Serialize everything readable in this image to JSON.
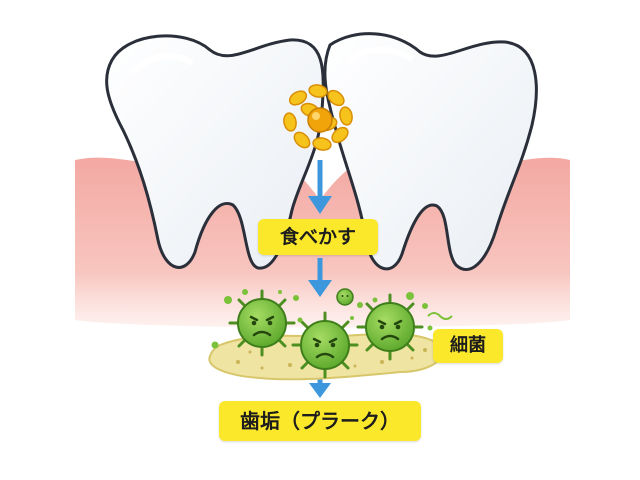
{
  "labels": {
    "food_debris": "食べかす",
    "bacteria": "細菌",
    "plaque": "歯垢（プラーク）"
  },
  "icons": {
    "food": "food-debris-cluster",
    "bacteria": "germ-face",
    "arrows": "down-arrow",
    "teeth": "molar-tooth",
    "gum": "gum"
  },
  "colors": {
    "label_bg": "#fbe82a",
    "arrow": "#3d97dd",
    "gum": "#f6b3ad",
    "tooth": "#ffffff",
    "tooth_outline": "#2a2f3a",
    "food": "#f3b20e",
    "bacteria": "#7bc23a",
    "plaque": "#efe4a2"
  }
}
